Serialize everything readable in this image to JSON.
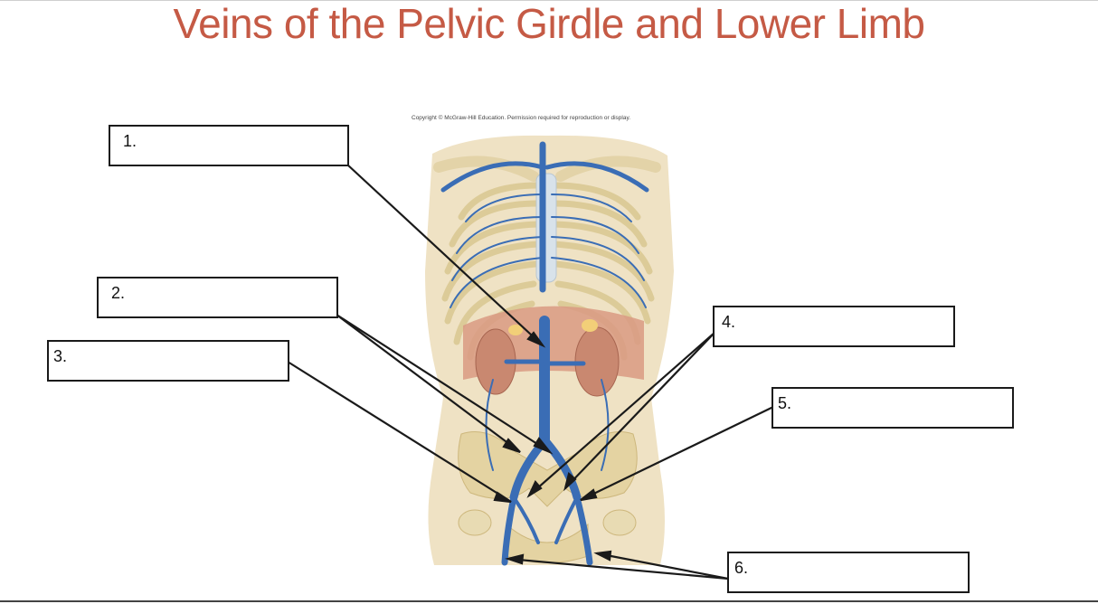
{
  "slide": {
    "title": "Veins of the Pelvic Girdle and Lower Limb",
    "copyright": "Copyright © McGraw-Hill Education. Permission required for reproduction or display."
  },
  "labels": [
    {
      "number": "1."
    },
    {
      "number": "2."
    },
    {
      "number": "3."
    },
    {
      "number": "4."
    },
    {
      "number": "5."
    },
    {
      "number": "6."
    }
  ],
  "colors": {
    "title": "#c55a45",
    "vein": "#3a6db5",
    "bone": "#e8dbb3",
    "kidney": "#c98870",
    "leader": "#1a1a1a"
  }
}
